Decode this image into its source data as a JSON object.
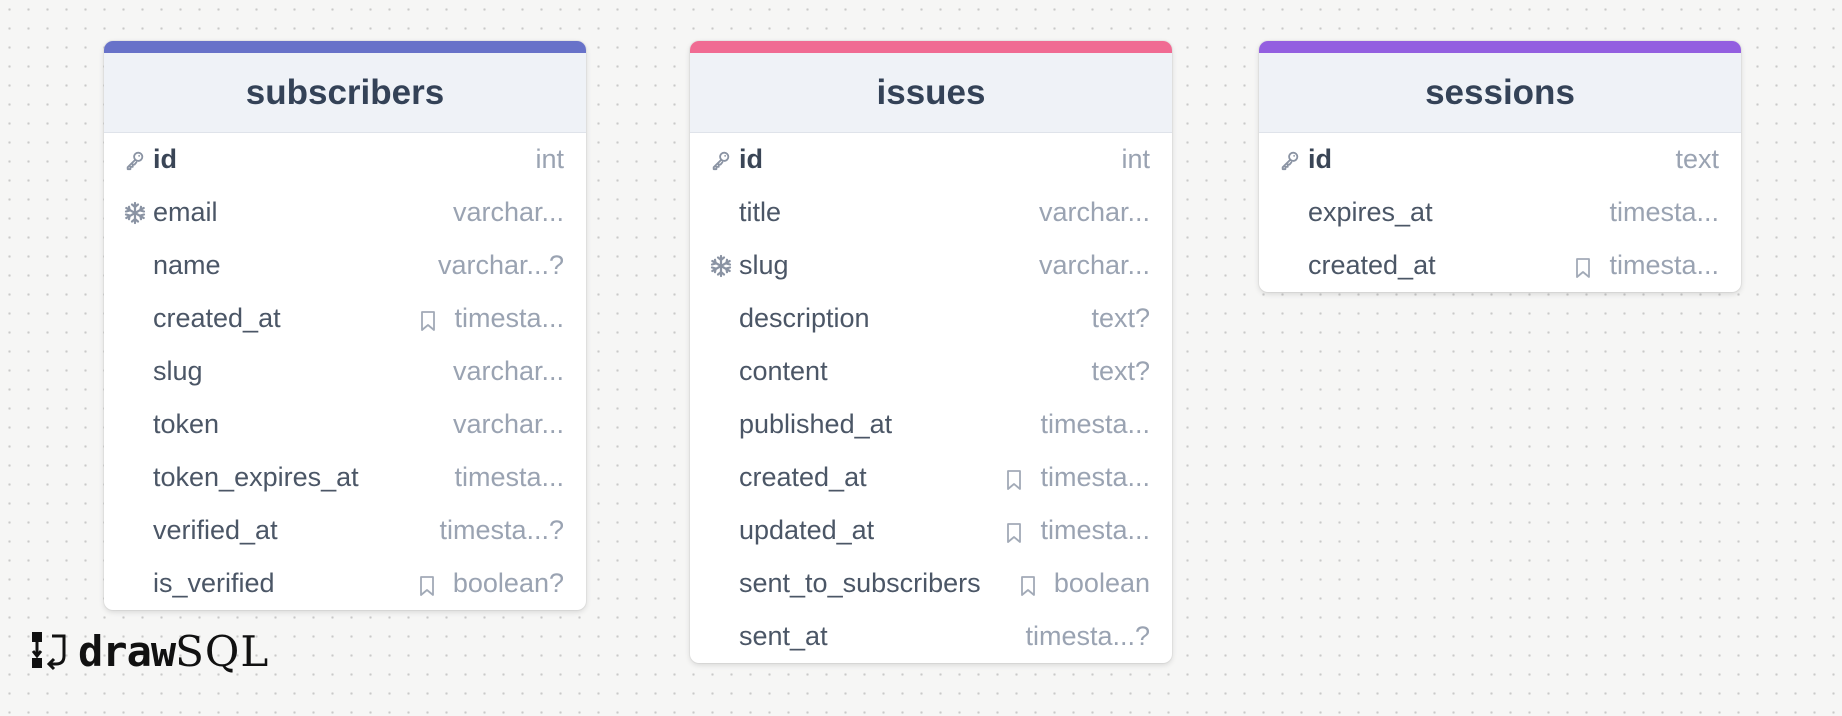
{
  "tables": [
    {
      "name": "subscribers",
      "accent": "#6872c9",
      "columns": [
        {
          "name": "id",
          "type": "int",
          "icon": "key-icon",
          "pk": true,
          "bookmark": false
        },
        {
          "name": "email",
          "type": "varchar...",
          "icon": "snowflake-icon",
          "pk": false,
          "bookmark": false
        },
        {
          "name": "name",
          "type": "varchar...?",
          "icon": "",
          "pk": false,
          "bookmark": false
        },
        {
          "name": "created_at",
          "type": "timesta...",
          "icon": "",
          "pk": false,
          "bookmark": true
        },
        {
          "name": "slug",
          "type": "varchar...",
          "icon": "",
          "pk": false,
          "bookmark": false
        },
        {
          "name": "token",
          "type": "varchar...",
          "icon": "",
          "pk": false,
          "bookmark": false
        },
        {
          "name": "token_expires_at",
          "type": "timesta...",
          "icon": "",
          "pk": false,
          "bookmark": false
        },
        {
          "name": "verified_at",
          "type": "timesta...?",
          "icon": "",
          "pk": false,
          "bookmark": false
        },
        {
          "name": "is_verified",
          "type": "boolean?",
          "icon": "",
          "pk": false,
          "bookmark": true
        }
      ]
    },
    {
      "name": "issues",
      "accent": "#f06b93",
      "columns": [
        {
          "name": "id",
          "type": "int",
          "icon": "key-icon",
          "pk": true,
          "bookmark": false
        },
        {
          "name": "title",
          "type": "varchar...",
          "icon": "",
          "pk": false,
          "bookmark": false
        },
        {
          "name": "slug",
          "type": "varchar...",
          "icon": "snowflake-icon",
          "pk": false,
          "bookmark": false
        },
        {
          "name": "description",
          "type": "text?",
          "icon": "",
          "pk": false,
          "bookmark": false
        },
        {
          "name": "content",
          "type": "text?",
          "icon": "",
          "pk": false,
          "bookmark": false
        },
        {
          "name": "published_at",
          "type": "timesta...",
          "icon": "",
          "pk": false,
          "bookmark": false
        },
        {
          "name": "created_at",
          "type": "timesta...",
          "icon": "",
          "pk": false,
          "bookmark": true
        },
        {
          "name": "updated_at",
          "type": "timesta...",
          "icon": "",
          "pk": false,
          "bookmark": true
        },
        {
          "name": "sent_to_subscribers",
          "type": "boolean",
          "icon": "",
          "pk": false,
          "bookmark": true
        },
        {
          "name": "sent_at",
          "type": "timesta...?",
          "icon": "",
          "pk": false,
          "bookmark": false
        }
      ]
    },
    {
      "name": "sessions",
      "accent": "#935fe0",
      "columns": [
        {
          "name": "id",
          "type": "text",
          "icon": "key-icon",
          "pk": true,
          "bookmark": false
        },
        {
          "name": "expires_at",
          "type": "timesta...",
          "icon": "",
          "pk": false,
          "bookmark": false
        },
        {
          "name": "created_at",
          "type": "timesta...",
          "icon": "",
          "pk": false,
          "bookmark": true
        }
      ]
    }
  ],
  "logo": {
    "part1": "draw",
    "part2": "SQL"
  }
}
